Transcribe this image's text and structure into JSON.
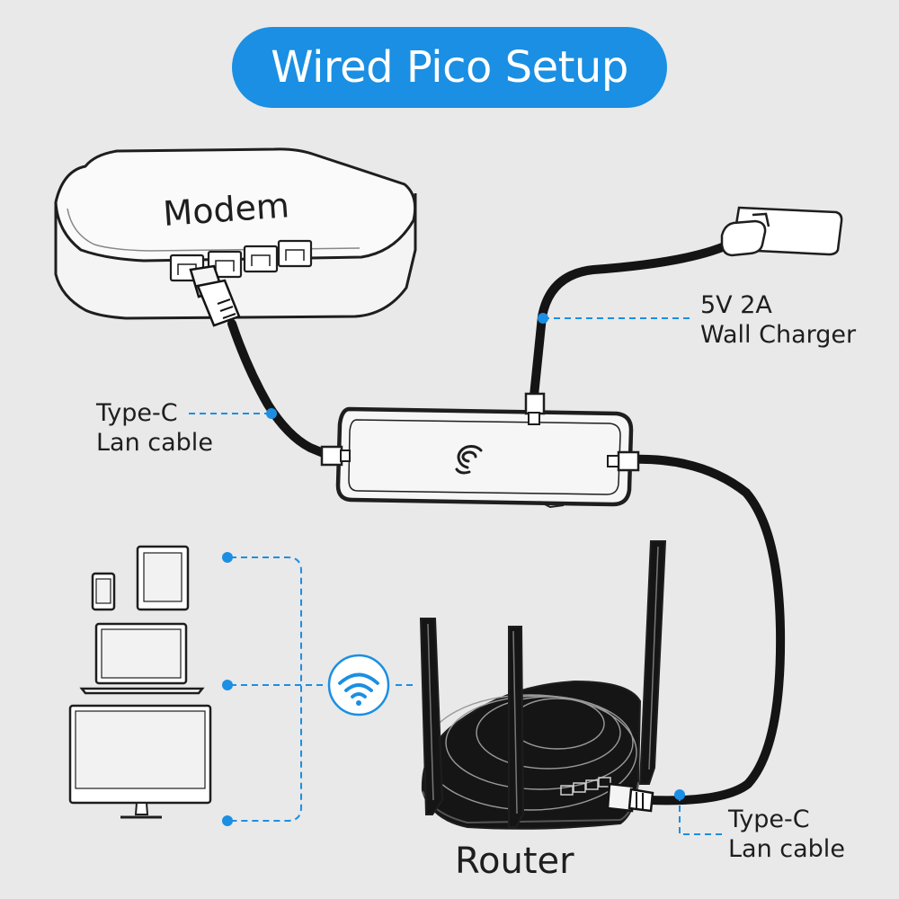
{
  "title": "Wired Pico Setup",
  "devices": {
    "modem": "Modem",
    "router": "Router"
  },
  "labels": {
    "charger_line1": "5V 2A",
    "charger_line2": "Wall Charger",
    "lan_in_line1": "Type-C",
    "lan_in_line2": "Lan cable",
    "lan_out_line1": "Type-C",
    "lan_out_line2": "Lan cable"
  },
  "icons": [
    "pico-logo-icon",
    "wifi-icon",
    "phone-icon",
    "tablet-icon",
    "laptop-icon",
    "monitor-icon"
  ],
  "colors": {
    "accent": "#1a8fe3",
    "background": "#e9e9e9",
    "cable": "#141414"
  }
}
